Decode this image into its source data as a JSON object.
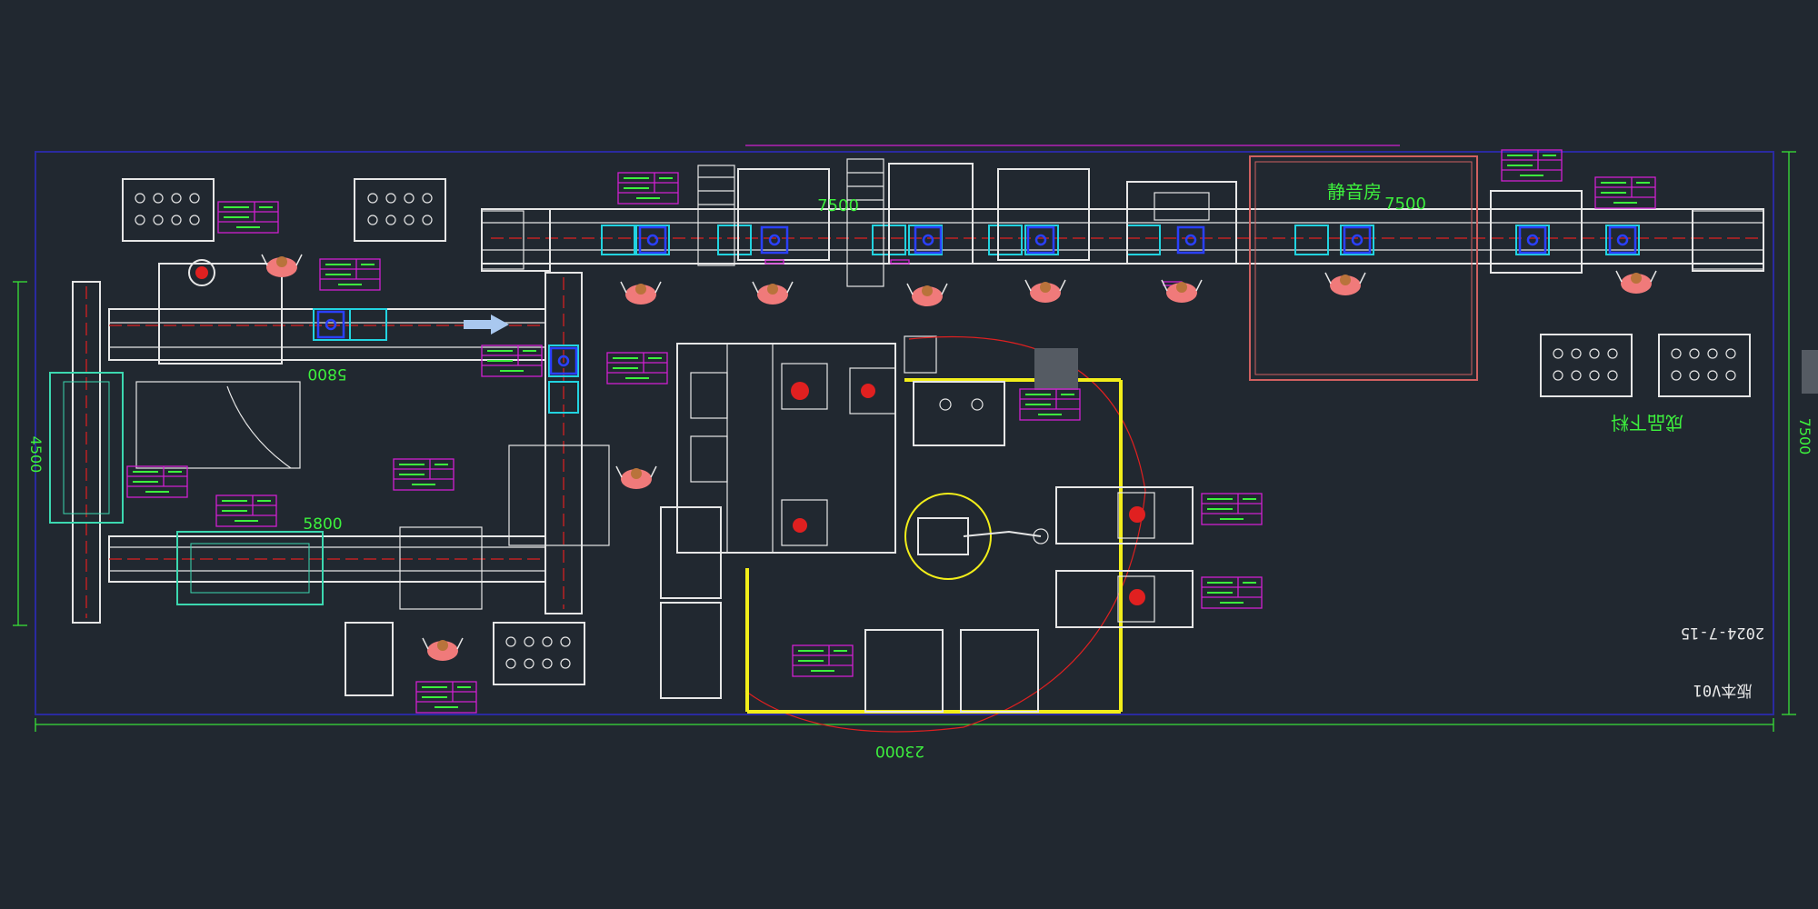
{
  "drawing": {
    "colors": {
      "background": "#212830",
      "frame": "#2a2aa0",
      "equipment": "#e6e6e6",
      "dimension": "#3df03d",
      "tag": "#d020d0",
      "highlight": "#22d3e0",
      "fixture": "#2a40ff",
      "centerline": "#e02020",
      "safety_fence": "#f2ee1a",
      "operator": "#f07a7a"
    },
    "title_block": {
      "revision": "版本V01",
      "date": "2024-7-15"
    },
    "dimensions": {
      "overall_width": "23000",
      "overall_height": "7500",
      "left_height": "4500",
      "upper_conveyor": "5800",
      "lower_conveyor": "5800",
      "top_line_1": "7500",
      "top_line_2": "7500"
    },
    "labels": {
      "silent_room": "静音房",
      "finished_unload": "成品下料"
    },
    "icons": {
      "operator": "operator-icon",
      "robot": "robot-arm-icon",
      "conveyor_arrow": "arrow-left-icon"
    }
  }
}
